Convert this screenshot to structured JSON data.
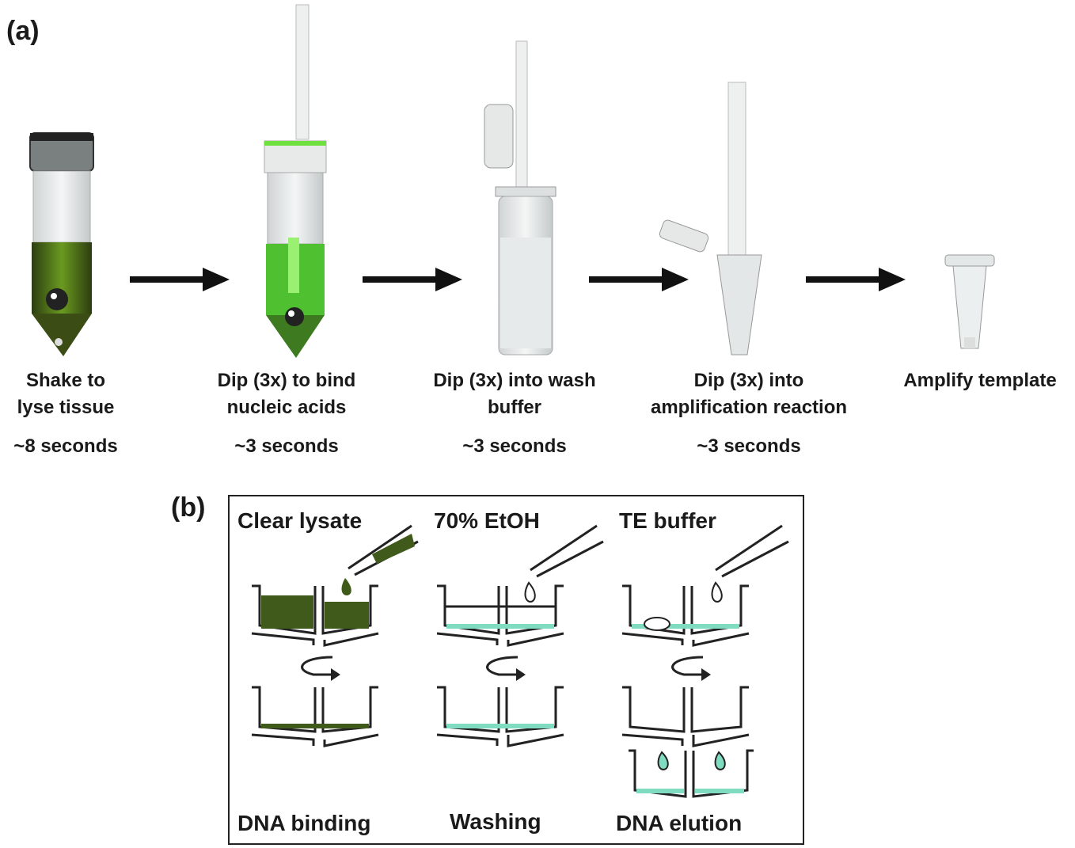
{
  "panel_a": {
    "label": "(a)",
    "steps": [
      {
        "line1": "Shake to",
        "line2": "lyse tissue",
        "time": "~8 seconds"
      },
      {
        "line1": "Dip (3x) to bind",
        "line2": "nucleic acids",
        "time": "~3 seconds"
      },
      {
        "line1": "Dip (3x) into wash",
        "line2": "buffer",
        "time": "~3 seconds"
      },
      {
        "line1": "Dip (3x) into",
        "line2": "amplification reaction",
        "time": "~3 seconds"
      },
      {
        "line1": "Amplify template",
        "line2": "",
        "time": ""
      }
    ]
  },
  "panel_b": {
    "label": "(b)",
    "reagents": [
      "Clear lysate",
      "70% EtOH",
      "TE buffer"
    ],
    "stages": [
      "DNA binding",
      "Washing",
      "DNA elution"
    ]
  },
  "colors": {
    "lysate_green": "#3f5a1a",
    "bright_green": "#5fd03a",
    "wash_cyan": "#7fdcc0",
    "arrow": "#111111"
  }
}
